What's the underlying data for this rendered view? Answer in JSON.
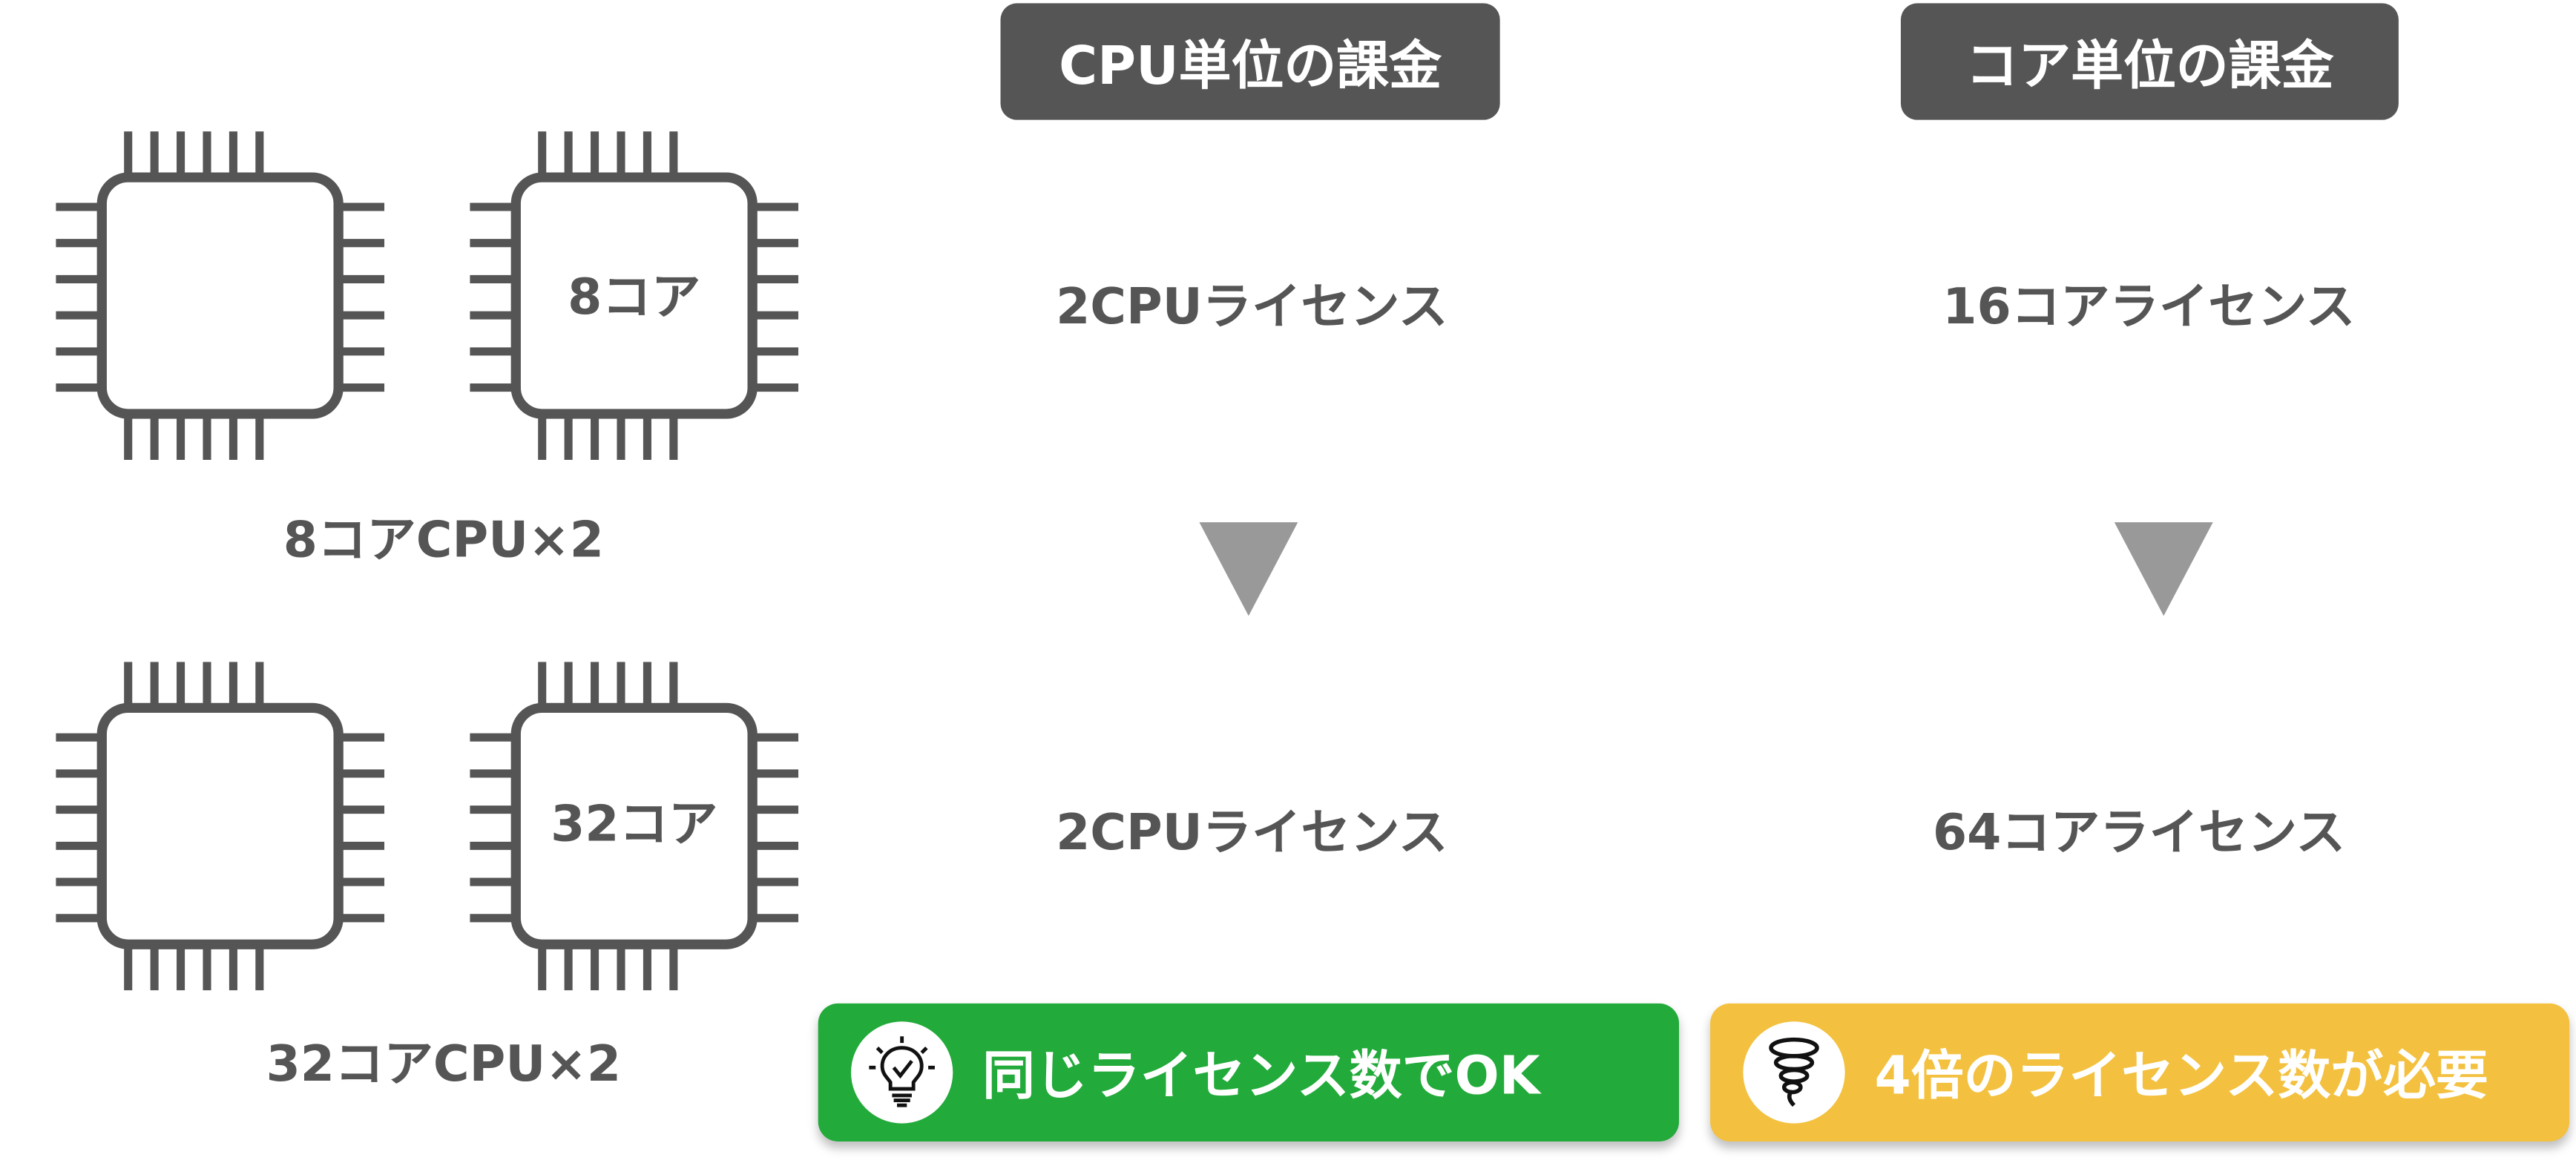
{
  "chips": {
    "row1": {
      "core_label": "8コア",
      "caption": "8コアCPU×2"
    },
    "row2": {
      "core_label": "32コア",
      "caption": "32コアCPU×2"
    }
  },
  "columns": [
    {
      "header": "CPU単位の課金",
      "before": "2CPUライセンス",
      "after": "2CPUライセンス",
      "result": "同じライセンス数でOK",
      "result_icon": "lightbulb-check-icon",
      "result_color": "#22AA3A"
    },
    {
      "header": "コア単位の課金",
      "before": "16コアライセンス",
      "after": "64コアライセンス",
      "result": "4倍のライセンス数が必要",
      "result_icon": "tornado-icon",
      "result_color": "#F3C13F"
    }
  ],
  "colors": {
    "dark": "#555555",
    "arrow": "#999999"
  }
}
